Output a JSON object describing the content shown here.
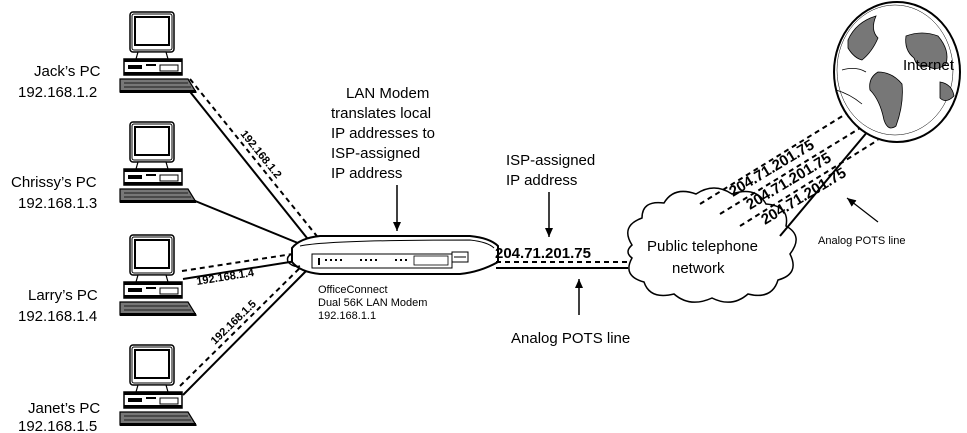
{
  "pcs": [
    {
      "name": "Jack’s PC",
      "ip": "192.168.1.2",
      "link_label": "192.168.1.2"
    },
    {
      "name": "Chrissy’s PC",
      "ip": "192.168.1.3",
      "link_label": ""
    },
    {
      "name": "Larry’s PC",
      "ip": "192.168.1.4",
      "link_label": "192.168.1.4"
    },
    {
      "name": "Janet’s PC",
      "ip": "192.168.1.5",
      "link_label": "192.168.1.5"
    }
  ],
  "modem": {
    "note": [
      "LAN Modem",
      "translates local",
      "IP addresses to",
      "ISP-assigned",
      "IP address"
    ],
    "name": [
      "OfficeConnect",
      "Dual 56K LAN Modem",
      "192.168.1.1"
    ]
  },
  "isp": {
    "label": [
      "ISP-assigned",
      "IP address"
    ],
    "address": "204.71.201.75"
  },
  "analog_bottom": "Analog POTS line",
  "cloud": [
    "Public telephone",
    "network"
  ],
  "internet": {
    "label": "Internet",
    "addresses": [
      "204.71.201.75",
      "204.71.201.75",
      "204.71.201.75"
    ],
    "analog": "Analog POTS line"
  }
}
